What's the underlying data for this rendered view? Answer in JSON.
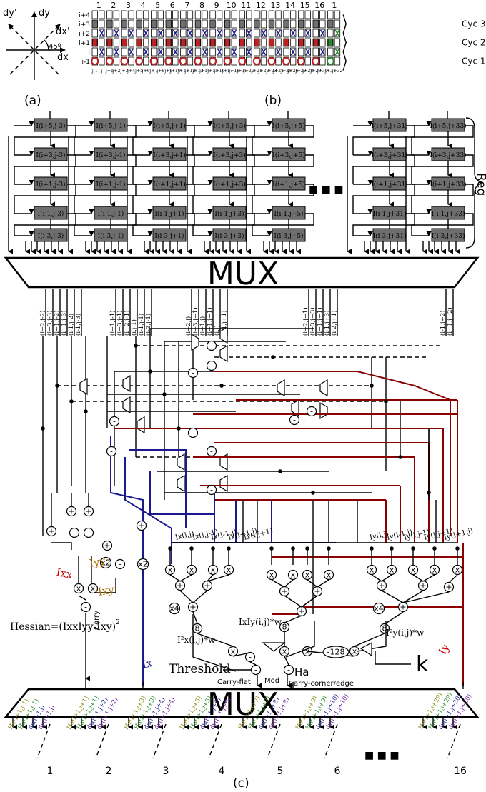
{
  "panels": {
    "a": "(a)",
    "b": "(b)",
    "c": "(c)"
  },
  "axes": {
    "dy_prime": "dy'",
    "dy": "dy",
    "dx_prime": "dx'",
    "dx": "dx",
    "angle": "45º"
  },
  "grid": {
    "col_numbers": [
      "1",
      "2",
      "3",
      "4",
      "5",
      "6",
      "7",
      "8",
      "9",
      "10",
      "11",
      "12",
      "13",
      "14",
      "15",
      "16",
      "1"
    ],
    "row_labels": [
      "i+4",
      "i+3",
      "i+2",
      "i+1",
      "i",
      "i-1"
    ],
    "col_labels": [
      "j-1",
      "j",
      "j+1",
      "j+2",
      "j+3",
      "j+4",
      "j+5",
      "j+6",
      "j+7",
      "j+8",
      "j+9",
      "j+10",
      "j+11",
      "j+12",
      "j+13",
      "j+14",
      "j+15",
      "j+16",
      "j+17",
      "j+18",
      "j+19",
      "j+20",
      "j+21",
      "j+22",
      "j+23",
      "j+24",
      "j+25",
      "j+26",
      "j+27",
      "j+28",
      "j+29",
      "j+30",
      "j+31",
      "j+32"
    ],
    "cycles": [
      "Cyc 3",
      "Cyc 2",
      "Cyc 1"
    ]
  },
  "reg": {
    "label": "Reg",
    "ellipsis": "■ ■ ■",
    "columns": [
      [
        "I(i+5,j-3)",
        "I(i+3,j-3)",
        "I(i+1,j-3)",
        "I(i-1,j-3)",
        "I(i-3,j-3)"
      ],
      [
        "I(i+5,j-1)",
        "I(i+3,j-1)",
        "I(i+1,j-1)",
        "I(i-1,j-1)",
        "I(i-3,j-1)"
      ],
      [
        "I(i+5,j+1)",
        "I(i+3,j+1)",
        "I(i+1,j+1)",
        "I(i-1,j+1)",
        "I(i-3,j+1)"
      ],
      [
        "I(i+5,j+3)",
        "I(i+3,j+3)",
        "I(i+1,j+3)",
        "I(i-1,j+3)",
        "I(i-3,j+3)"
      ],
      [
        "I(i+5,j+5)",
        "I(i+3,j+5)",
        "I(i+1,j+5)",
        "I(i-1,j+5)",
        "I(i-3,j+5)"
      ],
      [
        "I(i+5,j+31)",
        "I(i+3,j+31)",
        "I(i+1,j+31)",
        "I(i-1,j+31)",
        "I(i-3,j+31)"
      ],
      [
        "I(i+5,j+33)",
        "I(i+3,j+33)",
        "I(i+1,j+33)",
        "I(i-1,j+33)",
        "I(i-3,j+33)"
      ]
    ]
  },
  "mux": {
    "label": "MUX"
  },
  "mux_outputs": {
    "groups": [
      [
        "(i+2,j-2)",
        "(i+3,j-3)",
        "(i+1,j-2)",
        "(i+1,j-3)",
        "(i-1,j-2)",
        "(i-1,j-3)"
      ],
      [
        "(i+1,j-1)",
        "(i+3,j-1)",
        "(i+2,j-1)",
        "(i,j-1)",
        "(i-1,j-1)",
        "(i-2,j-1)"
      ],
      [
        "(i+2,j)",
        "(i+3,j+1)",
        "(i+1,j)",
        "(i+1,j+1)",
        "(i,j)",
        "(i-1,j+1)"
      ],
      [
        "(i+2,j+1)",
        "(i+3,j+3)",
        "(i+1,j+1)",
        "(i-1,j+3)",
        "(i-2,j+1)"
      ],
      [
        "(i-1,j+2)",
        "(i+1,j+2)"
      ]
    ]
  },
  "signals": {
    "ix": [
      "Ix(i,j)",
      "Ix(i,j-1)",
      "Ix(i-1,j)",
      "Ix(i+1,j)",
      "Ix(i,j+1)"
    ],
    "iy": [
      "Iy(i,j)",
      "Iy(i-1,j)",
      "Iy(i,j-1)",
      "Iy(i,j+1)",
      "Iy(i+1,j)"
    ],
    "ixx": "Ixx",
    "iyy": "Iyy",
    "ixy": "Ixy",
    "ix_wire": "Ix",
    "iy_wire": "Iy",
    "hessian": "Hessian=(IxxIyy-Ixy)",
    "hessian_sup": "2",
    "carry": "Carry",
    "ix2w": "I²x(i,j)*w",
    "ixiyw": "IxIy(i,j)*w",
    "iy2w": "I²y(i,j)*w",
    "threshold": "Threshold",
    "k": "k",
    "ha": "Ha",
    "mod": "Mod",
    "carry_flat": "Carry-flat",
    "carry_corner": "Carry-corner/edge",
    "neg128": "-128"
  },
  "ops": {
    "x4": "x4",
    "x2": "x2",
    "shift8": "8"
  },
  "outputs": {
    "numbers": [
      "1",
      "2",
      "3",
      "4",
      "5",
      "6",
      "16"
    ],
    "labels": [
      [
        "He(i+1,j-1)",
        "Ha(i+1,j-1)",
        "dx(i+1,j)",
        "dy(i+1,j)"
      ],
      [
        "He(i+1,j+1)",
        "Ha(i+1,j+1)",
        "dx(i+1,j+2)",
        "dy(i+1,j+2)"
      ],
      [
        "He(i+1,j+3)",
        "Ha(i+1,j+3)",
        "dx(i+1,j+4)",
        "dy(i+1,j+4)"
      ],
      [
        "He(i+1,j+5)",
        "Ha(i+1,j+5)",
        "dx(i+1,j+6)",
        "dy(i+1,j+6)"
      ],
      [
        "He(i+1,j+7)",
        "Ha(i+1,j+7)",
        "dx(i+1,j+8)",
        "dy(i+1,j+8)"
      ],
      [
        "He(i+1,j+9)",
        "Ha(i+1,j+9)",
        "dx(i+1,j+10)",
        "dy(i+1,j+10)"
      ],
      [
        "He(i+1,j+29)",
        "Ha(i+1,j+29)",
        "dx(i+1,j+30)",
        "dy(i+1,j+30)"
      ]
    ]
  },
  "colors": {
    "red": "#8b0000",
    "blue": "#1a1a8c",
    "green": "#2a8a2a",
    "gray": "#6e6e6e",
    "olive": "#8a8a1a",
    "purple": "#6a1a9a",
    "orange": "#b06a00"
  }
}
